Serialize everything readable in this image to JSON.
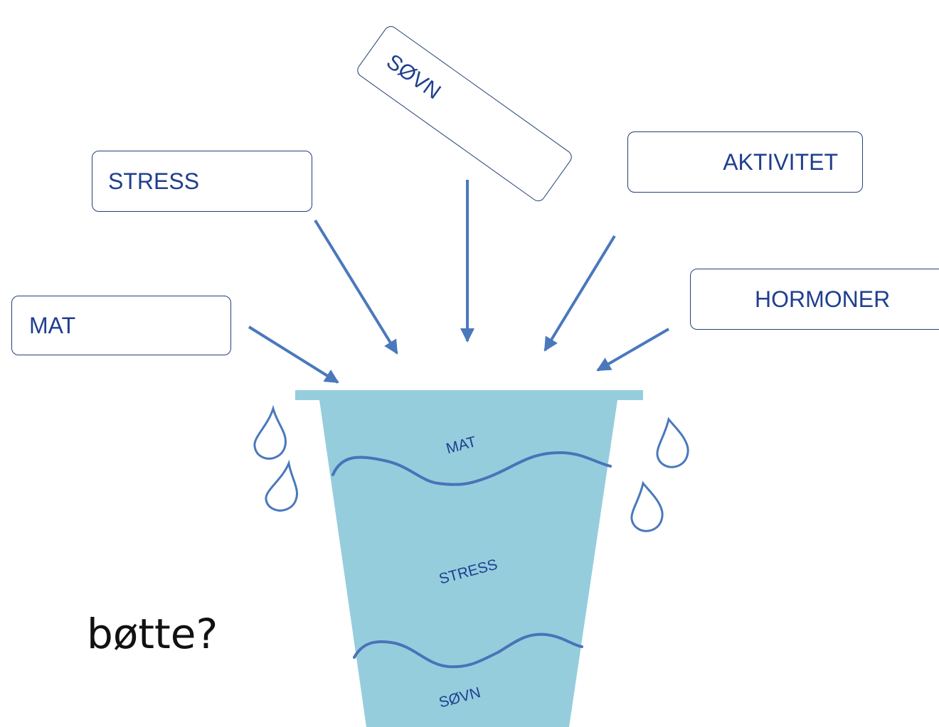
{
  "labels": {
    "mat": "MAT",
    "stress": "STRESS",
    "sovn": "SØVN",
    "aktivitet": "AKTIVITET",
    "hormoner": "HORMONER"
  },
  "bucket": {
    "layers": [
      "MAT",
      "STRESS",
      "SØVN"
    ]
  },
  "question": "bøtte?",
  "colors": {
    "box_border": "#23407a",
    "text": "#1f3f8f",
    "arrow": "#4a78bd",
    "bucket_fill": "#95cddd",
    "drop_stroke": "#4a78bd"
  }
}
